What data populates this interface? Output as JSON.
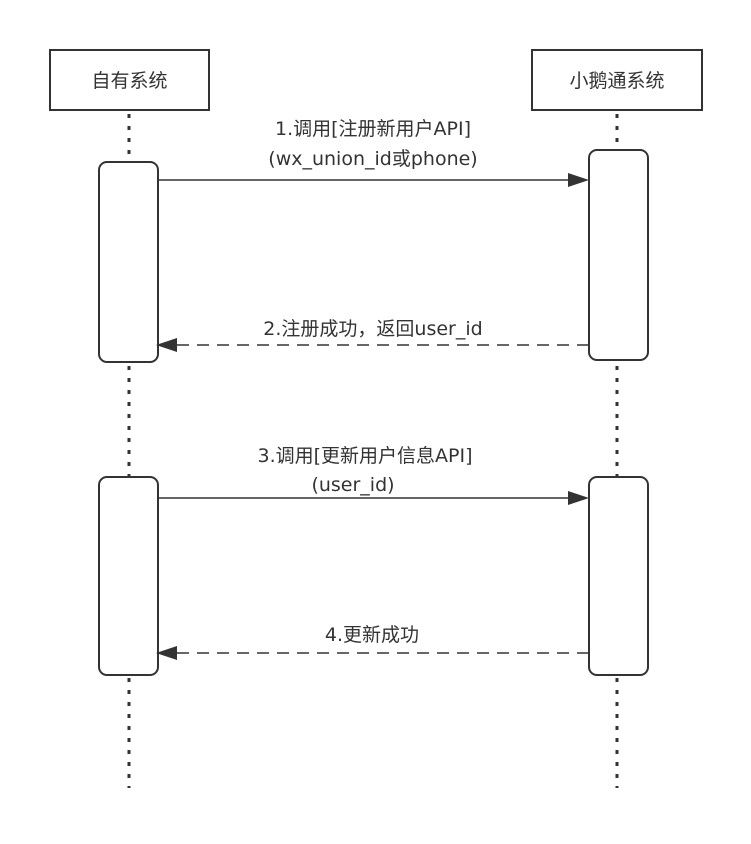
{
  "diagram": {
    "type": "sequence",
    "participants": [
      {
        "id": "own",
        "label": "自有系统"
      },
      {
        "id": "xet",
        "label": "小鹅通系统"
      }
    ],
    "messages": [
      {
        "step": 1,
        "from": "own",
        "to": "xet",
        "style": "solid",
        "lines": [
          "1.调用[注册新用户API]",
          "(wx_union_id或phone)"
        ]
      },
      {
        "step": 2,
        "from": "xet",
        "to": "own",
        "style": "dashed",
        "lines": [
          "2.注册成功，返回user_id"
        ]
      },
      {
        "step": 3,
        "from": "own",
        "to": "xet",
        "style": "solid",
        "lines": [
          "3.调用[更新用户信息API]",
          "(user_id)"
        ]
      },
      {
        "step": 4,
        "from": "xet",
        "to": "own",
        "style": "dashed",
        "lines": [
          "4.更新成功"
        ]
      }
    ],
    "colors": {
      "stroke": "#333333",
      "background": "#ffffff",
      "text": "#333333"
    }
  }
}
